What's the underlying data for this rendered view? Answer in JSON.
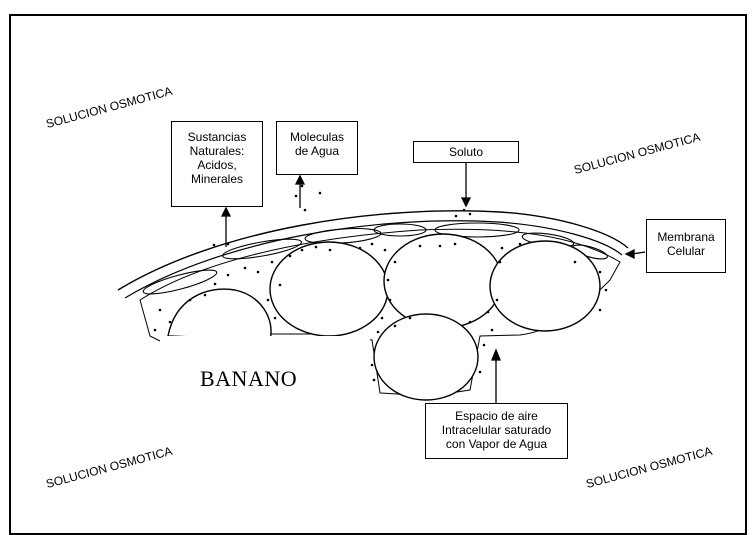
{
  "osmotic_labels": [
    "SOLUCION OSMOTICA",
    "SOLUCION OSMOTICA",
    "SOLUCION OSMOTICA",
    "SOLUCION OSMOTICA"
  ],
  "boxes": {
    "sustancias": [
      "Sustancias",
      "Naturales:",
      "Acidos,",
      "Minerales"
    ],
    "moleculas": [
      "Moleculas",
      "de Agua"
    ],
    "soluto": [
      "Soluto"
    ],
    "membrana": [
      "Membrana",
      "Celular"
    ],
    "espacio": [
      "Espacio de aire",
      "Intracelular  saturado",
      "con Vapor de Agua"
    ]
  },
  "main_label": "BANANO"
}
